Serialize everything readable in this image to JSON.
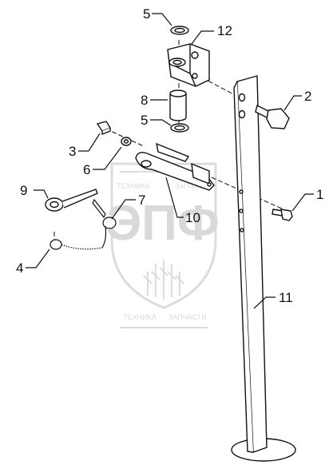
{
  "watermark": {
    "logo_text": "ЭПФ",
    "top_left_text": "ТЕХНИКА",
    "top_right_text": "ЗАПЧАСТИ",
    "bottom_left_text": "ТЕХНИКА",
    "bottom_right_text": "ЗАПЧАСТИ",
    "color": "#d9d9d9"
  },
  "callouts": {
    "c1": "1",
    "c2": "2",
    "c3": "3",
    "c4": "4",
    "c5_top": "5",
    "c5_mid": "5",
    "c6": "6",
    "c7": "7",
    "c8": "8",
    "c9": "9",
    "c10": "10",
    "c11": "11",
    "c12": "12"
  },
  "colors": {
    "line": "#111111",
    "background": "#ffffff"
  }
}
